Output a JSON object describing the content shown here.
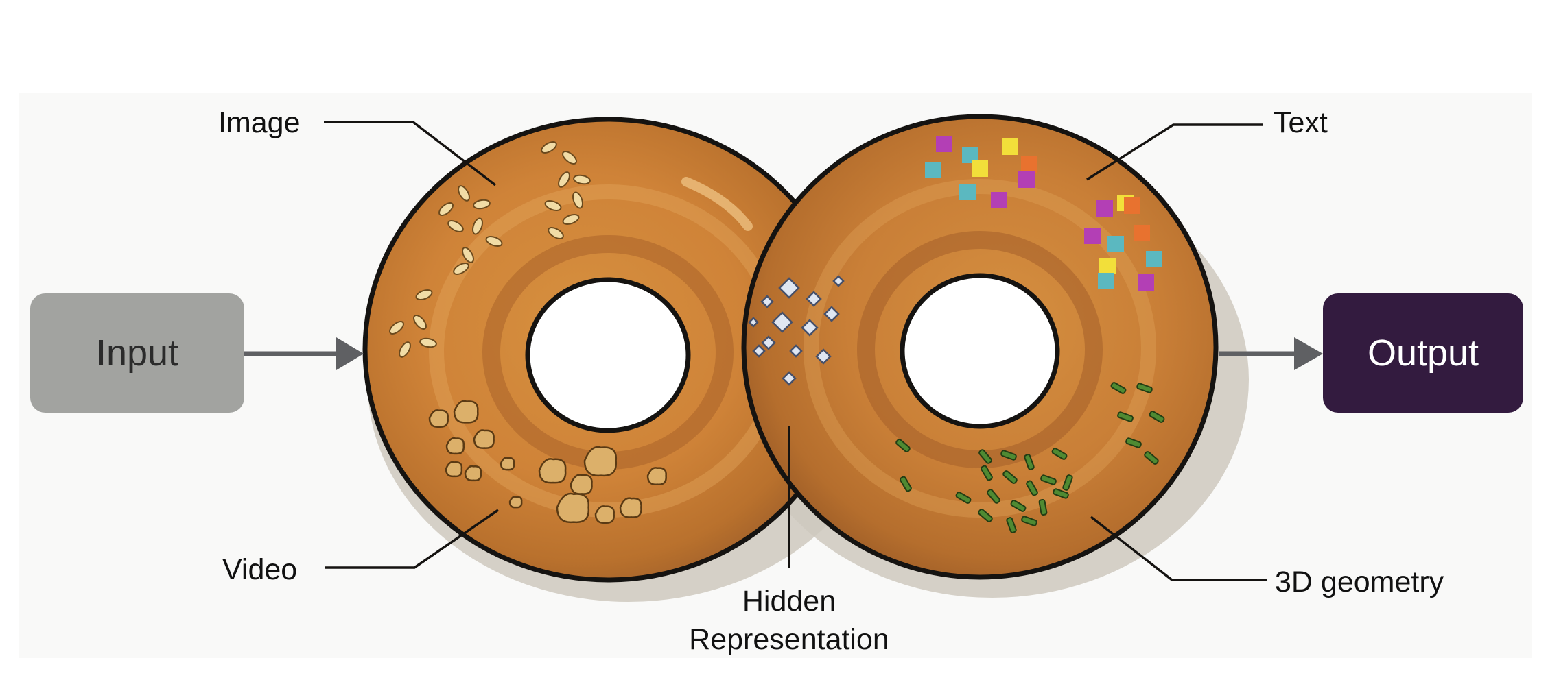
{
  "input_label": "Input",
  "output_label": "Output",
  "labels": {
    "image": "Image",
    "text": "Text",
    "video": "Video",
    "geometry": "3D geometry",
    "hidden_line1": "Hidden",
    "hidden_line2": "Representation"
  },
  "colors": {
    "input_box": "#a2a3a0",
    "output_box": "#331b3f",
    "arrow": "#5f6063",
    "donut_outline": "#151311",
    "donut_dough": "#c9823d",
    "donut_dough_light": "#e0a257",
    "donut_dough_dark": "#a8622a",
    "shadow": "#cdc8bd",
    "oat": "#f1dca6",
    "walnut": "#dcb06a",
    "crystal": "#dfe6f2",
    "herb": "#4f8a32",
    "confetti": [
      "#b33fb5",
      "#5bb8c0",
      "#f2df3a",
      "#e8722f"
    ]
  },
  "icons": {
    "seeds_on_image_region": "oat-seeds",
    "nuts_on_video_region": "walnut-pieces",
    "crystals_on_hidden_region": "salt-crystals",
    "squares_on_text_region": "confetti-squares",
    "herbs_on_geometry_region": "chive-pieces"
  }
}
